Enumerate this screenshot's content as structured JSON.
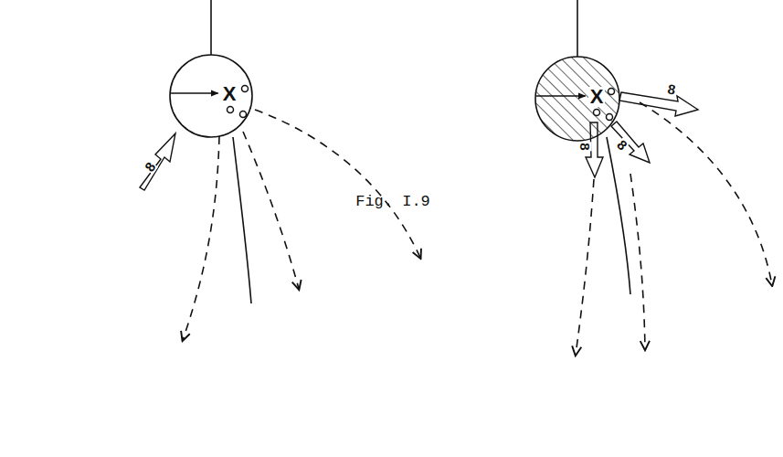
{
  "diagram": {
    "caption": "Fig. I.9",
    "nodes": [
      {
        "text": [
          "X"
        ]
      },
      {
        "text": [
          "X"
        ]
      }
    ],
    "labels": [
      "8",
      "8",
      "8",
      "8"
    ]
  }
}
